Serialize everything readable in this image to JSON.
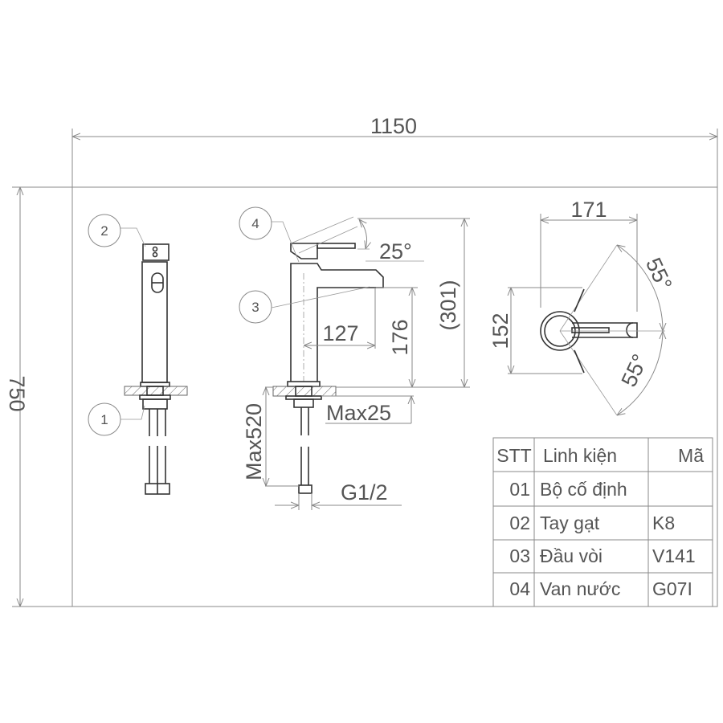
{
  "drawing": {
    "overall_width": "1150",
    "overall_height": "750",
    "side_view": {
      "lever_angle": "25°",
      "total_height": "(301)",
      "spout_height": "176",
      "spout_reach": "127",
      "max_counter": "Max25",
      "max_hose": "Max520",
      "thread": "G1/2"
    },
    "top_view": {
      "width": "171",
      "depth": "152",
      "angle_up": "55°",
      "angle_down": "55°"
    },
    "callouts": [
      "1",
      "2",
      "3",
      "4"
    ]
  },
  "parts_table": {
    "headers": [
      "STT",
      "Linh kiện",
      "Mã"
    ],
    "rows": [
      [
        "01",
        "Bộ cố định",
        ""
      ],
      [
        "02",
        "Tay gạt",
        "K8"
      ],
      [
        "03",
        "Đầu vòi",
        "V141"
      ],
      [
        "04",
        "Van nước",
        "G07I"
      ]
    ]
  }
}
